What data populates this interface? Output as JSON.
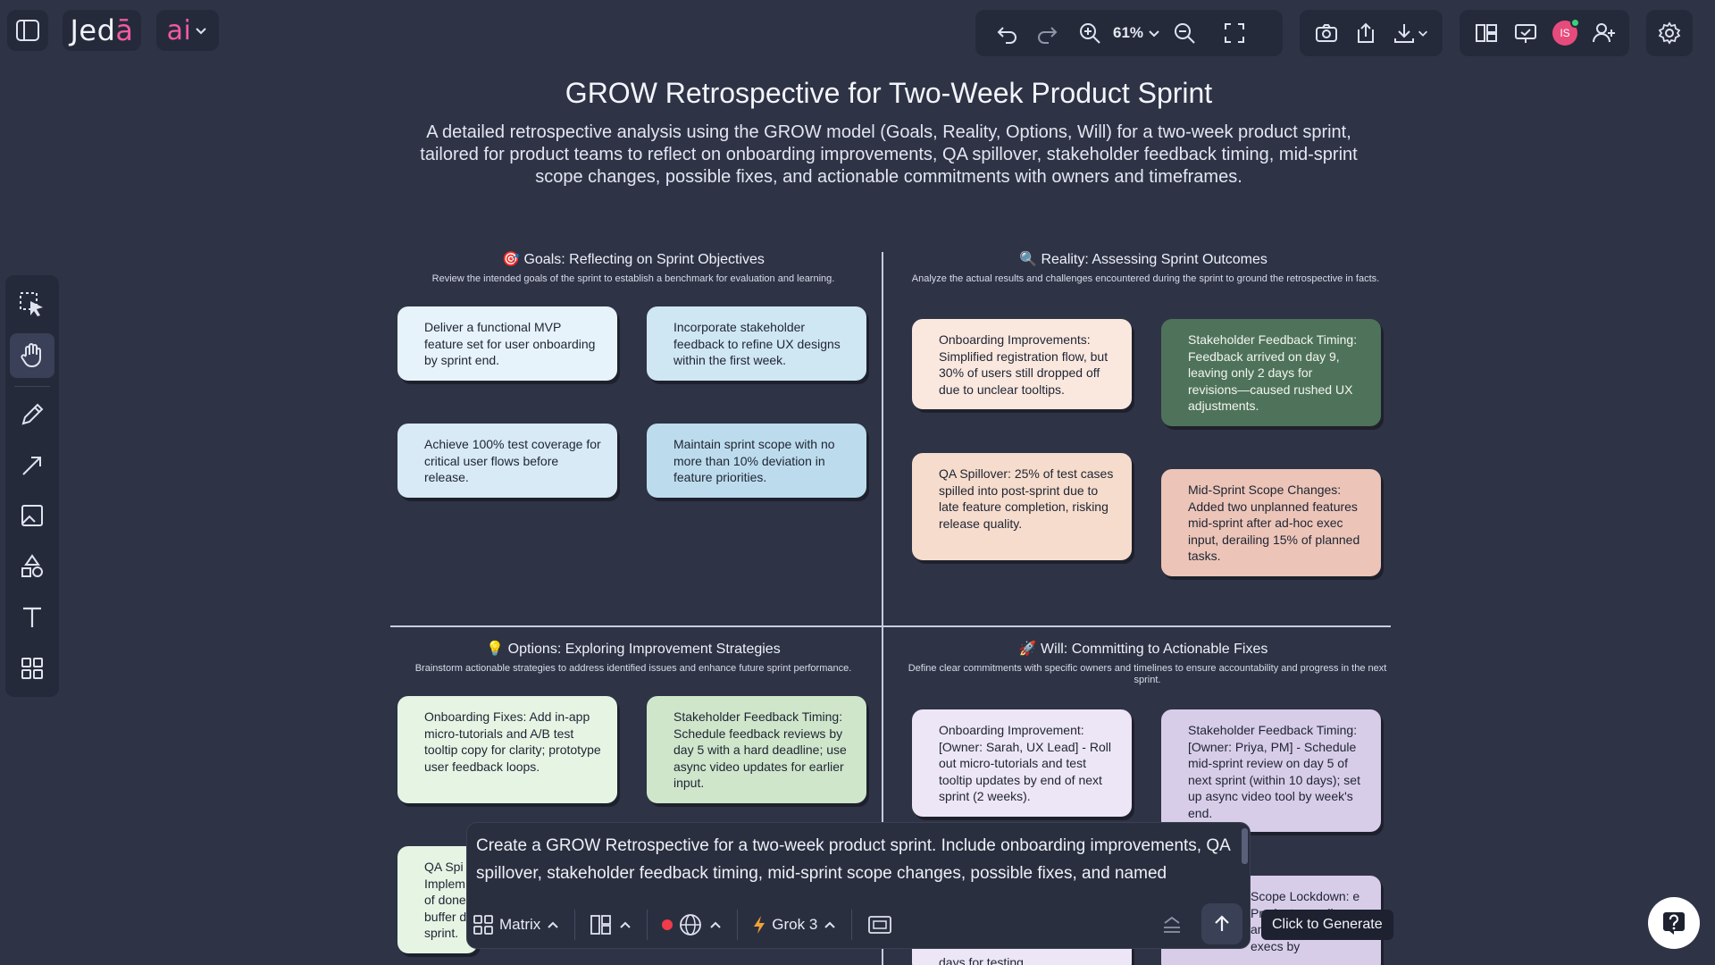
{
  "app": {
    "logo_text": "Jed",
    "logo_accent": "ā",
    "ai_label": "ai",
    "zoom": "61%",
    "avatar_initials": "IS",
    "accent_color": "#f05aa0"
  },
  "canvas": {
    "title": "GROW Retrospective for Two-Week Product Sprint",
    "subtitle": "A detailed retrospective analysis using the GROW model (Goals, Reality, Options, Will) for a two-week product sprint, tailored for product teams to reflect on onboarding improvements, QA spillover, stakeholder feedback timing, mid-sprint scope changes, possible fixes, and actionable commitments with owners and timeframes.",
    "quadrants": {
      "goals": {
        "emoji": "🎯",
        "title": "Goals: Reflecting on Sprint Objectives",
        "desc": "Review the intended goals of the sprint to establish a benchmark for evaluation and learning.",
        "cards": [
          "Deliver a functional MVP feature set for user onboarding by sprint end.",
          "Incorporate stakeholder feedback to refine UX designs within the first week.",
          "Achieve 100% test coverage for critical user flows before release.",
          "Maintain sprint scope with no more than 10% deviation in feature priorities."
        ]
      },
      "reality": {
        "emoji": "🔍",
        "title": "Reality: Assessing Sprint Outcomes",
        "desc": "Analyze the actual results and challenges encountered during the sprint to ground the retrospective in facts.",
        "cards": [
          "Onboarding Improvements: Simplified registration flow, but 30% of users still dropped off due to unclear tooltips.",
          "Stakeholder Feedback Timing: Feedback arrived on day 9, leaving only 2 days for revisions—caused rushed UX adjustments.",
          "QA Spillover: 25% of test cases spilled into post-sprint due to late feature completion, risking release quality.",
          "Mid-Sprint Scope Changes: Added two unplanned features mid-sprint after ad-hoc exec input, derailing 15% of planned tasks."
        ]
      },
      "options": {
        "emoji": "💡",
        "title": "Options: Exploring Improvement Strategies",
        "desc": "Brainstorm actionable strategies to address identified issues and enhance future sprint performance.",
        "cards": [
          "Onboarding Fixes: Add in-app micro-tutorials and A/B test tooltip copy for clarity; prototype user feedback loops.",
          "Stakeholder Feedback Timing: Schedule feedback reviews by day 5 with a hard deadline; use async video updates for earlier input.",
          "QA Spi Implem of done buffer d sprint."
        ]
      },
      "will": {
        "emoji": "🚀",
        "title": "Will: Committing to Actionable Fixes",
        "desc": "Define clear commitments with specific owners and timelines to ensure accountability and progress in the next sprint.",
        "cards": [
          "Onboarding Improvement: [Owner: Sarah, UX Lead] - Roll out micro-tutorials and test tooltip updates by end of next sprint (2 weeks).",
          "Stakeholder Feedback Timing: [Owner: Priya, PM] - Schedule mid-sprint review on day 5 of next sprint (within 10 days); set up async video tool by week's end.",
          "days for testing",
          "Scope Lockdown: e Product ze policy and communicate to execs by"
        ]
      }
    }
  },
  "prompt": {
    "text": "Create a GROW Retrospective for a two-week product sprint. Include onboarding improvements, QA spillover, stakeholder feedback timing, mid-sprint scope changes, possible fixes, and named",
    "layout_label": "Matrix",
    "model_label": "Grok 3",
    "generate_tooltip": "Click to Generate"
  }
}
